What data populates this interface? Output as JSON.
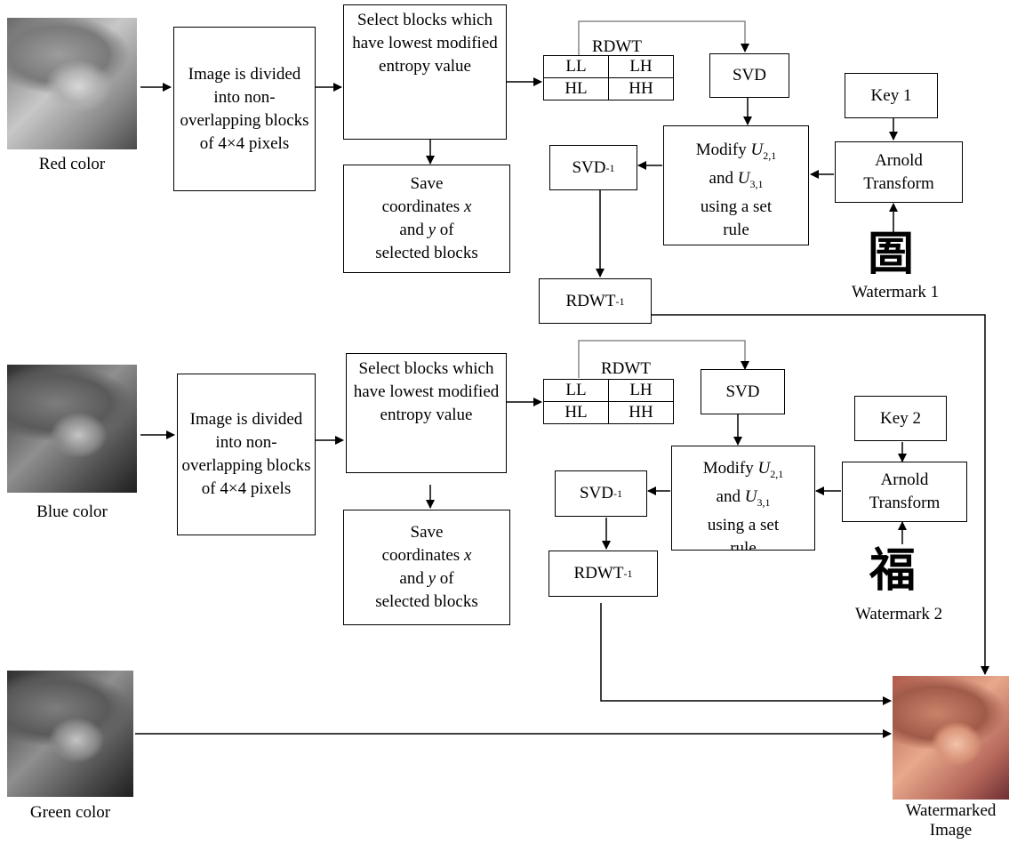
{
  "rows": {
    "red": {
      "color_label": "Red color",
      "divide_box": "Image is divided into non-overlapping blocks of 4×4 pixels",
      "select_box": "Select blocks which have lowest modified entropy value",
      "save_box": {
        "line1": "Save",
        "line2": "coordinates ",
        "x": "x",
        "line3": "and ",
        "y": "y",
        "line4": " of",
        "line5": "selected blocks"
      },
      "rdwt_title": "RDWT",
      "subbands": [
        "LL",
        "LH",
        "HL",
        "HH"
      ],
      "svd": "SVD",
      "svd_inverse": "SVD",
      "inverse_sup": "-1",
      "rdwt_inverse": "RDWT",
      "modify_box": {
        "line1": "Modify ",
        "u": "U",
        "sub1": "2,1",
        "line2": "and ",
        "sub2": "3,1",
        "line3": "using a set",
        "line4": "rule"
      },
      "key": "Key 1",
      "arnold": "Arnold Transform",
      "watermark_glyph": "圄",
      "watermark_label": "Watermark 1"
    },
    "blue": {
      "color_label": "Blue color",
      "divide_box": "Image is divided into non-overlapping blocks of 4×4 pixels",
      "select_box": "Select blocks which have lowest modified entropy value",
      "save_box": {
        "line1": "Save",
        "line2": "coordinates ",
        "x": "x",
        "line3": "and ",
        "y": "y",
        "line4": " of",
        "line5": "selected blocks"
      },
      "rdwt_title": "RDWT",
      "subbands": [
        "LL",
        "LH",
        "HL",
        "HH"
      ],
      "svd": "SVD",
      "svd_inverse": "SVD",
      "inverse_sup": "-1",
      "rdwt_inverse": "RDWT",
      "modify_box": {
        "line1": "Modify ",
        "u": "U",
        "sub1": "2,1",
        "line2": "and ",
        "sub2": "3,1",
        "line3": "using a set",
        "line4": "rule"
      },
      "key": "Key 2",
      "arnold": "Arnold Transform",
      "watermark_glyph": "福",
      "watermark_label": "Watermark 2"
    },
    "green": {
      "color_label": "Green color"
    }
  },
  "output": {
    "label_line1": "Watermarked",
    "label_line2": "Image"
  }
}
